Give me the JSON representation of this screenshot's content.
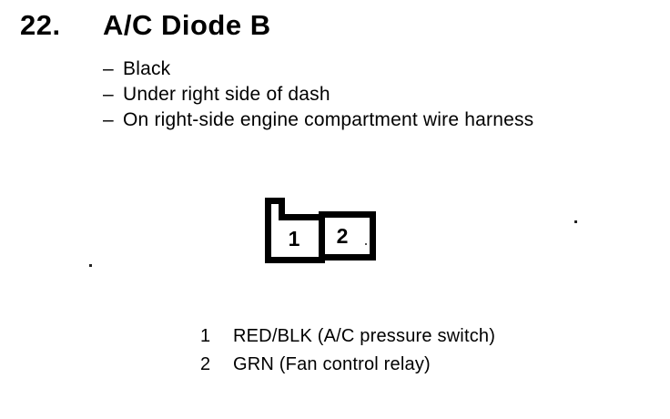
{
  "content": {
    "item_number": "22.",
    "title": "A/C Diode B",
    "bullet_marker": "–",
    "bullets": [
      "Black",
      "Under right side of dash",
      "On right-side engine compartment wire harness"
    ],
    "connector": {
      "pins": [
        "1",
        "2"
      ]
    },
    "legend": [
      {
        "pin": "1",
        "label": "RED/BLK (A/C pressure switch)"
      },
      {
        "pin": "2",
        "label": "GRN (Fan control relay)"
      }
    ],
    "colors": {
      "ink": "#000000",
      "paper": "#ffffff"
    }
  }
}
